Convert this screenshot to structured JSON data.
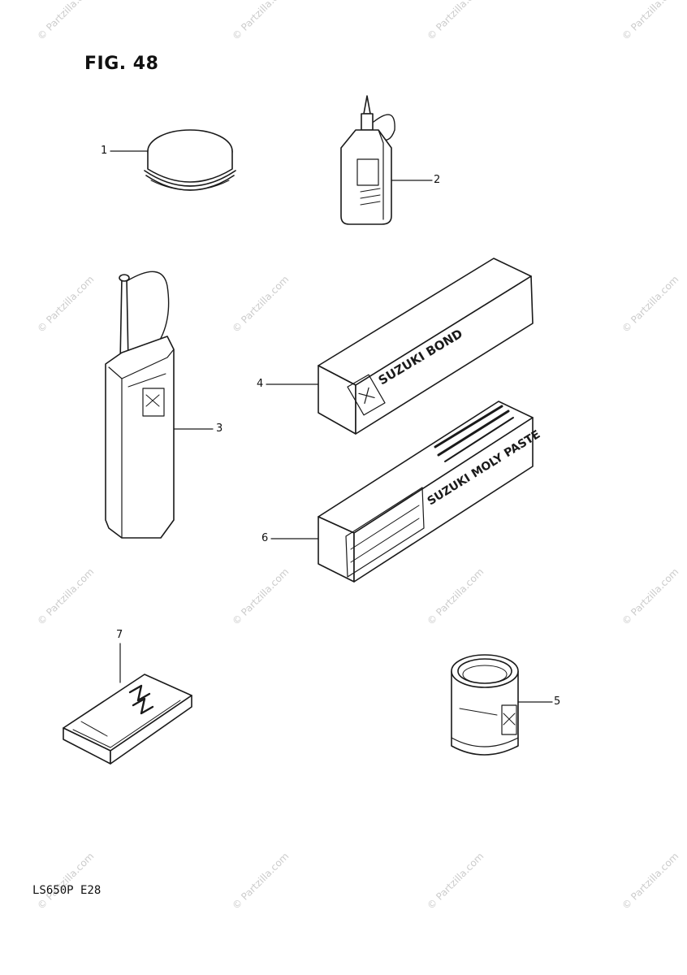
{
  "figure": {
    "title": "FIG. 48",
    "model_code": "LS650P E28"
  },
  "watermark": {
    "text": "© Partzilla.com"
  },
  "callouts": [
    "1",
    "2",
    "3",
    "4",
    "5",
    "6",
    "7"
  ],
  "labels": {
    "bond_brand": "SUZUKI BOND",
    "paste_brand": "SUZUKI MOLY PASTE"
  }
}
